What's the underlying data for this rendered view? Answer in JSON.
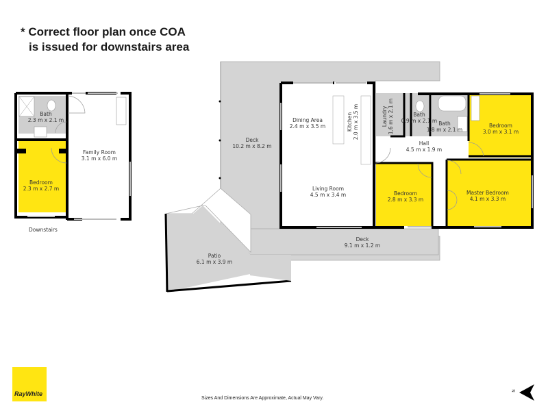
{
  "note": {
    "line1": "* Correct floor plan once COA",
    "line2": "is issued for downstairs area"
  },
  "colors": {
    "bedroom": "#ffe512",
    "wet_area": "#cfcfcf",
    "deck": "#d4d4d4",
    "wall": "#000000",
    "room": "#ffffff"
  },
  "downstairs": {
    "label": "Downstairs",
    "rooms": [
      {
        "name": "Bath",
        "size": "2.3 m x 2.1 m"
      },
      {
        "name": "Family Room",
        "size": "3.1 m x 6.0 m"
      },
      {
        "name": "Bedroom",
        "size": "2.3 m x 2.7 m"
      }
    ]
  },
  "upstairs": {
    "rooms": [
      {
        "name": "Deck",
        "size": "10.2 m x 8.2 m"
      },
      {
        "name": "Dining Area",
        "size": "2.4 m x 3.5 m"
      },
      {
        "name": "Kitchen",
        "size": "2.0 m x 3.5 m"
      },
      {
        "name": "Laundry",
        "size": "1.6 m x 2.1 m"
      },
      {
        "name": "Bath",
        "size": "0.9 m x 2.1 m"
      },
      {
        "name": "Bath",
        "size": "1.8 m x 2.1 m"
      },
      {
        "name": "Bedroom",
        "size": "3.0 m x 3.1 m"
      },
      {
        "name": "Hall",
        "size": "4.5 m x 1.9 m"
      },
      {
        "name": "Living Room",
        "size": "4.5 m x 3.4 m"
      },
      {
        "name": "Bedroom",
        "size": "2.8 m x 3.3 m"
      },
      {
        "name": "Master Bedroom",
        "size": "4.1 m x 3.3 m"
      },
      {
        "name": "Deck",
        "size": "9.1 m x 1.2 m"
      },
      {
        "name": "Patio",
        "size": "6.1 m x 3.9 m"
      }
    ]
  },
  "footer": {
    "brand": "RayWhite",
    "disclaimer": "Sizes And Dimensions Are Approximate, Actual May Vary.",
    "north_label": "N"
  }
}
